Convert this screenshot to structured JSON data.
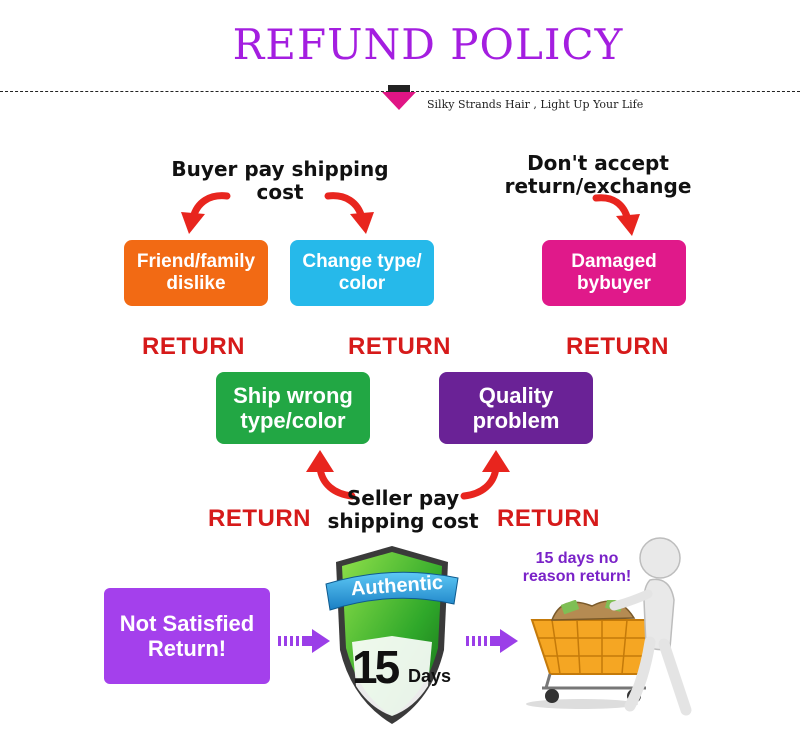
{
  "header": {
    "title": "REFUND POLICY",
    "tagline": "Silky Strands Hair , Light Up Your Life"
  },
  "buyer_section": {
    "heading": "Buyer pay shipping cost",
    "boxes": [
      {
        "label": "Friend/family dislike",
        "color": "#f26a14"
      },
      {
        "label": "Change type/ color",
        "color": "#26b9ea"
      }
    ]
  },
  "no_return_section": {
    "heading": "Don't accept return/exchange",
    "box": {
      "label": "Damaged bybuyer",
      "color": "#e0198a"
    }
  },
  "return_labels": [
    "RETURN",
    "RETURN",
    "RETURN",
    "RETURN",
    "RETURN"
  ],
  "seller_section": {
    "heading": "Seller pay shipping cost",
    "boxes": [
      {
        "label": "Ship wrong type/color",
        "color": "#22a744"
      },
      {
        "label": "Quality problem",
        "color": "#6a2296"
      }
    ]
  },
  "bottom": {
    "not_satisfied": "Not Satisfied Return!",
    "badge_text": "Authentic",
    "days_number": "15",
    "days_word": "Days",
    "reason": "15 days no reason return!"
  },
  "colors": {
    "title": "#a41ee0",
    "return": "#d61a1a",
    "arrow": "#e8251e",
    "purple_arrow": "#9b3ee8"
  }
}
